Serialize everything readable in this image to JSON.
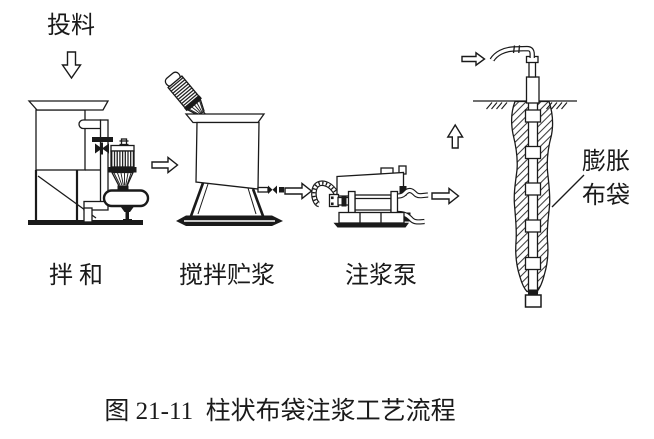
{
  "figure": {
    "caption": "图 21-11  柱状布袋注浆工艺流程"
  },
  "labels": {
    "feed": "投料",
    "mixing": "拌和",
    "agitate_storage": "搅拌贮浆",
    "grout_pump": "注浆泵",
    "expansion_bag_line1": "膨胀",
    "expansion_bag_line2": "布袋"
  },
  "icons": {
    "flow_arrows": "hollow-arrow-icon",
    "hatch_fill": "diagonal-hatch"
  },
  "colors": {
    "line": "#1a1a1a",
    "background": "#ffffff"
  }
}
